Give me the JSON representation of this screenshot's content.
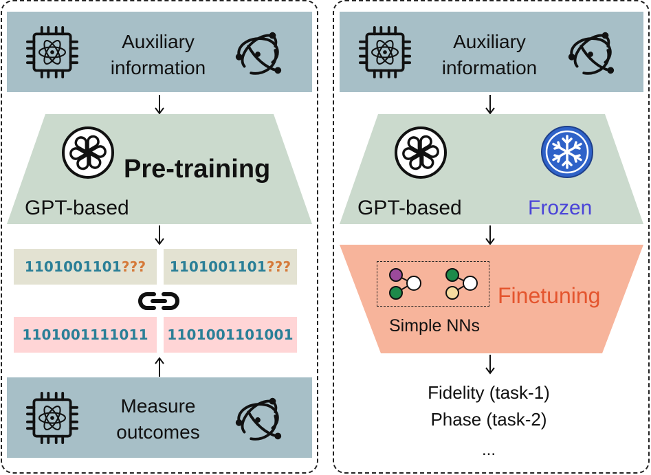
{
  "left": {
    "aux_line1": "Auxiliary",
    "aux_line2": "information",
    "pretraining": "Pre-training",
    "gpt_label": "GPT-based",
    "bits_top_left_known": "1101001101",
    "bits_top_left_unknown": "???",
    "bits_top_right_known": "1101001101",
    "bits_top_right_unknown": "???",
    "bits_bottom_left": "1101001111011",
    "bits_bottom_right": "1101001101001",
    "measure_line1": "Measure",
    "measure_line2": "outcomes"
  },
  "right": {
    "aux_line1": "Auxiliary",
    "aux_line2": "information",
    "gpt_label": "GPT-based",
    "frozen": "Frozen",
    "finetuning": "Finetuning",
    "simple_nns": "Simple NNs",
    "output1": "Fidelity (task-1)",
    "output2": "Phase (task-2)",
    "output3": "..."
  },
  "colors": {
    "aux_bg": "#a7bfc7",
    "gpt_bg": "#cbdacd",
    "finetune_bg": "#f7b49b",
    "bits_blue": "#2a7f97",
    "bits_unknown": "#d57a3a",
    "frozen": "#4a44d8",
    "finetuning": "#e4552e",
    "node_purple": "#9b4a9b",
    "node_green": "#1d8a4a",
    "node_yellow": "#f7dca0"
  }
}
